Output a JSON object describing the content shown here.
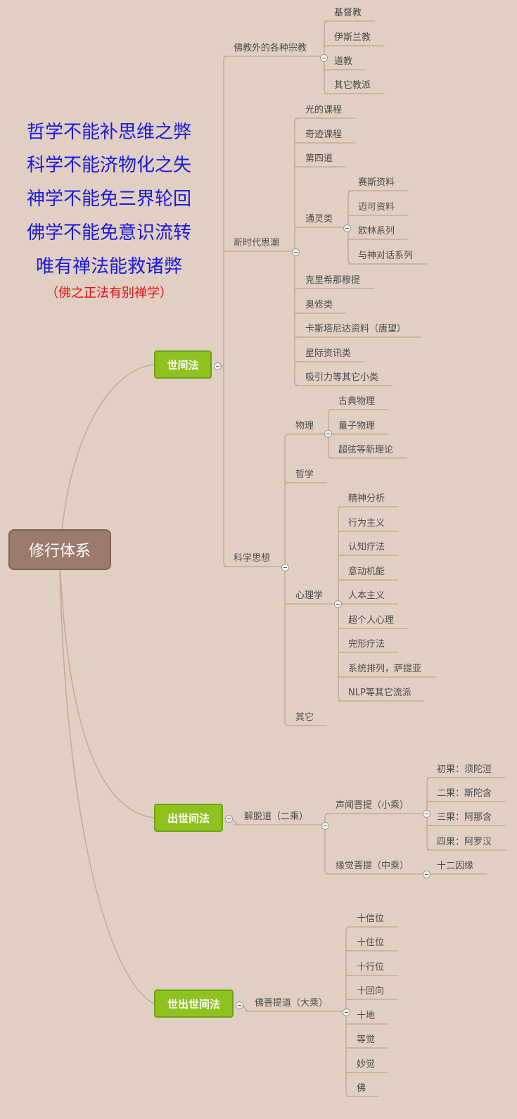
{
  "root": "修行体系",
  "quotes": [
    "哲学不能补思维之弊",
    "科学不能济物化之失",
    "神学不能免三界轮回",
    "佛学不能免意识流转",
    "唯有禅法能救诸弊"
  ],
  "note": "（佛之正法有别禅学）",
  "colors": {
    "background": "#e2cfc3",
    "branch": "#8fc21f",
    "root": "#9b7b6c",
    "quote": "#1a1adb",
    "note": "#e01010",
    "line": "#c8a898"
  },
  "branches": {
    "shijian": {
      "label": "世间法",
      "religions": {
        "label": "佛教外的各种宗教",
        "items": [
          "基督教",
          "伊斯兰教",
          "道教",
          "其它教派"
        ]
      },
      "newage": {
        "label": "新时代思潮",
        "items_a": [
          "光的课程",
          "奇迹课程",
          "第四道"
        ],
        "channel": {
          "label": "通灵类",
          "items": [
            "赛斯资料",
            "迈可资料",
            "欧林系列",
            "与神对话系列"
          ]
        },
        "items_b": [
          "克里希那穆提",
          "奥修类",
          "卡斯塔尼达资料（唐望）",
          "星际资讯类",
          "吸引力等其它小类"
        ]
      },
      "science": {
        "label": "科学思想",
        "physics": {
          "label": "物理",
          "items": [
            "古典物理",
            "量子物理",
            "超弦等新理论"
          ]
        },
        "philosophy": "哲学",
        "psychology": {
          "label": "心理学",
          "items": [
            "精神分析",
            "行为主义",
            "认知疗法",
            "意动机能",
            "人本主义",
            "超个人心理",
            "完形疗法",
            "系统排列，萨提亚",
            "NLP等其它流派"
          ]
        },
        "other": "其它"
      }
    },
    "chushijian": {
      "label": "出世间法",
      "liberation": {
        "label": "解脱道（二乘）",
        "shengwen": {
          "label": "声闻菩提（小乘）",
          "items": [
            "初果：须陀洹",
            "二果：斯陀含",
            "三果：阿那含",
            "四果：阿罗汉"
          ]
        },
        "yuanjue": {
          "label": "缘觉菩提（中乘）",
          "items": [
            "十二因缘"
          ]
        }
      }
    },
    "shichushijian": {
      "label": "世出世间法",
      "bodhi": {
        "label": "佛菩提道（大乘）",
        "items": [
          "十信位",
          "十住位",
          "十行位",
          "十回向",
          "十地",
          "等觉",
          "妙觉",
          "佛"
        ]
      }
    }
  }
}
